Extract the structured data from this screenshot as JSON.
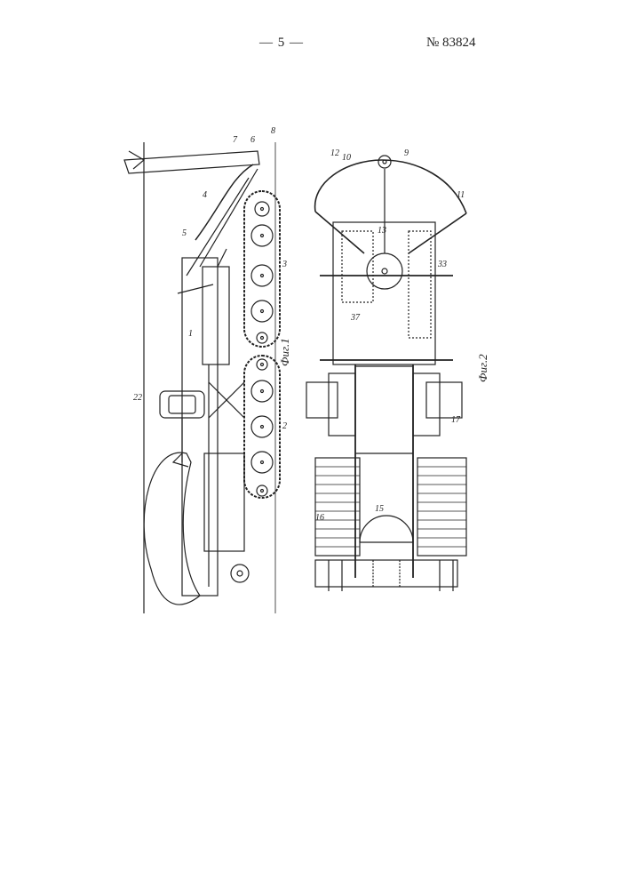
{
  "header": {
    "page_number": "— 5 —",
    "patent_number": "№ 83824"
  },
  "figures": {
    "fig1_caption": "Фиг.1",
    "fig2_caption": "Фиг.2"
  },
  "labels": {
    "l1": "1",
    "l2": "2",
    "l3": "3",
    "l4": "4",
    "l5": "5",
    "l6": "6",
    "l7": "7",
    "l8": "8",
    "l9": "9",
    "l10": "10",
    "l11": "11",
    "l12": "12",
    "l13": "13",
    "l15": "15",
    "l16": "16",
    "l17": "17",
    "l22": "22",
    "l33": "33",
    "l37": "37"
  },
  "colors": {
    "ink": "#222222",
    "paper": "#ffffff"
  }
}
